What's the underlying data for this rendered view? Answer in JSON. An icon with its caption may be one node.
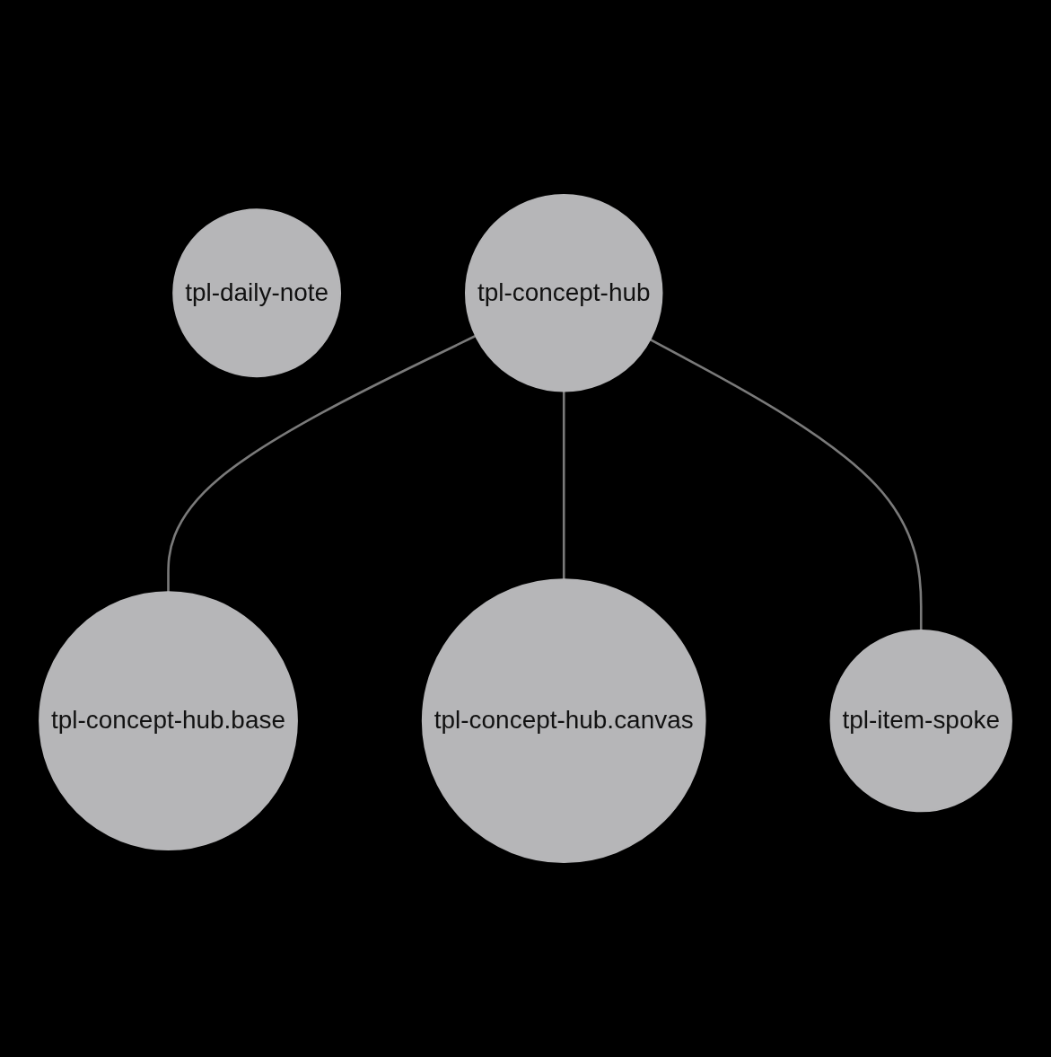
{
  "diagram": {
    "nodes": [
      {
        "text": [
          "tpl-daily-note"
        ]
      },
      {
        "text": [
          "tpl-concept-hub"
        ]
      },
      {
        "text": [
          "tpl-concept-hub.base"
        ]
      },
      {
        "text": [
          "tpl-concept-hub.canvas"
        ]
      },
      {
        "text": [
          "tpl-item-spoke"
        ]
      }
    ],
    "edges": [
      {
        "from": 1,
        "to": 2,
        "arrow": "none"
      },
      {
        "from": 1,
        "to": 3,
        "arrow": "none"
      },
      {
        "from": 1,
        "to": 4,
        "arrow": "none"
      }
    ]
  }
}
